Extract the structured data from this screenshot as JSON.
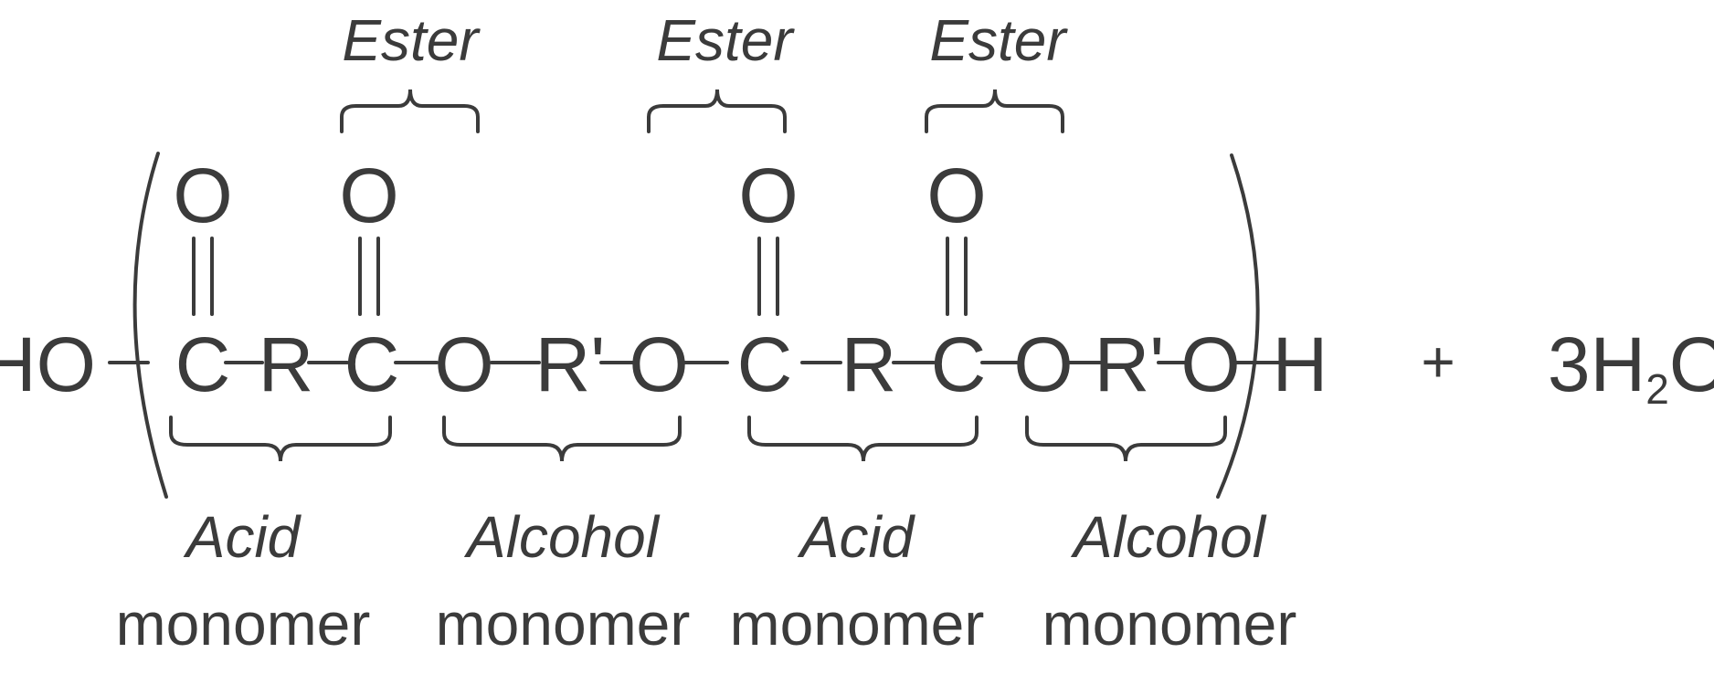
{
  "title": "Polyester condensation product",
  "ester_labels": [
    "Ester",
    "Ester",
    "Ester"
  ],
  "carbonyl_oxygen": "O",
  "chain": {
    "left_end": "HO",
    "atoms": [
      "C",
      "R",
      "C",
      "O",
      "R'",
      "O",
      "C",
      "R",
      "C",
      "O",
      "R'",
      "O"
    ],
    "right_end": "H"
  },
  "plus": "+",
  "byproduct": {
    "coefficient": "3",
    "h": "H",
    "subscript": "2",
    "o": "O"
  },
  "monomer_labels": [
    {
      "name": "Acid",
      "word": "monomer"
    },
    {
      "name": "Alcohol",
      "word": "monomer"
    },
    {
      "name": "Acid",
      "word": "monomer"
    },
    {
      "name": "Alcohol",
      "word": "monomer"
    }
  ],
  "ink_color": "#3b3b3b"
}
